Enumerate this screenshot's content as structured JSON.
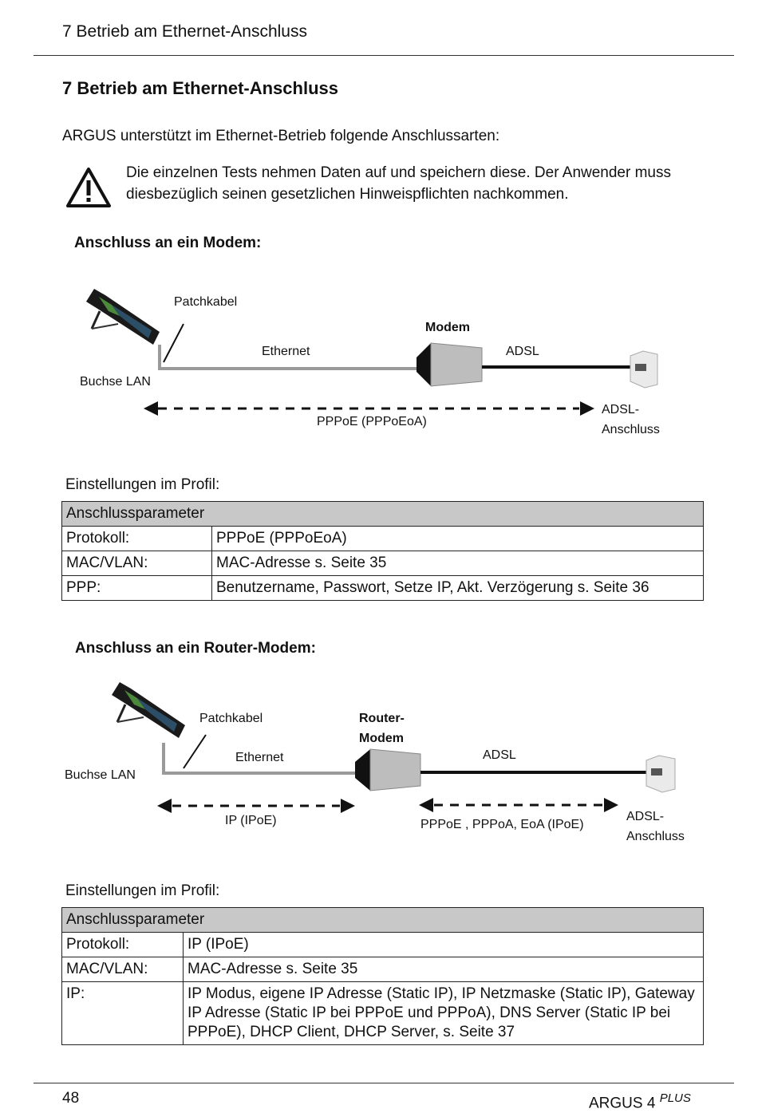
{
  "header": {
    "running_title": "7 Betrieb am Ethernet-Anschluss"
  },
  "heading": "7 Betrieb am Ethernet-Anschluss",
  "intro": "ARGUS unterstützt im Ethernet-Betrieb folgende Anschlussarten:",
  "warning": {
    "icon": "warning-triangle-icon",
    "text": "Die einzelnen Tests nehmen Daten auf und speichern diese. Der Anwender muss diesbezüglich seinen gesetzlichen Hinweispflichten nachkommen."
  },
  "section1": {
    "title": "Anschluss an ein Modem:",
    "diagram": {
      "patchkabel": "Patchkabel",
      "buchse_lan": "Buchse LAN",
      "ethernet": "Ethernet",
      "modem": "Modem",
      "adsl": "ADSL",
      "pppoe": "PPPoE (PPPoEoA)",
      "adsl_anschluss_1": "ADSL-",
      "adsl_anschluss_2": "Anschluss"
    },
    "profile_label": "Einstellungen im Profil:",
    "table": {
      "header": "Anschlussparameter",
      "rows": [
        {
          "key": "Protokoll:",
          "value": "PPPoE (PPPoEoA)"
        },
        {
          "key": "MAC/VLAN:",
          "value": "MAC-Adresse s. Seite 35"
        },
        {
          "key": "PPP:",
          "value": "Benutzername, Passwort, Setze IP, Akt. Verzögerung s. Seite 36"
        }
      ]
    }
  },
  "section2": {
    "title": "Anschluss an ein Router-Modem:",
    "diagram": {
      "patchkabel": "Patchkabel",
      "buchse_lan": "Buchse LAN",
      "ethernet": "Ethernet",
      "router_modem_1": "Router-",
      "router_modem_2": "Modem",
      "adsl": "ADSL",
      "ip_ipoe": "IP (IPoE)",
      "pppoe_list": "PPPoE , PPPoA, EoA (IPoE)",
      "adsl_anschluss_1": "ADSL-",
      "adsl_anschluss_2": "Anschluss"
    },
    "profile_label": "Einstellungen im Profil:",
    "table": {
      "header": "Anschlussparameter",
      "rows": [
        {
          "key": "Protokoll:",
          "value": "IP (IPoE)"
        },
        {
          "key": "MAC/VLAN:",
          "value": "MAC-Adresse s. Seite 35"
        },
        {
          "key": "IP:",
          "value": "IP Modus, eigene IP Adresse (Static IP), IP Netzmaske (Static IP), Gateway IP Adresse (Static IP bei PPPoE und PPPoA), DNS Server (Static IP bei PPPoE), DHCP Client, DHCP Server, s. Seite 37"
        }
      ]
    }
  },
  "footer": {
    "page_number": "48",
    "product": "ARGUS 4",
    "product_suffix": "PLUS"
  }
}
